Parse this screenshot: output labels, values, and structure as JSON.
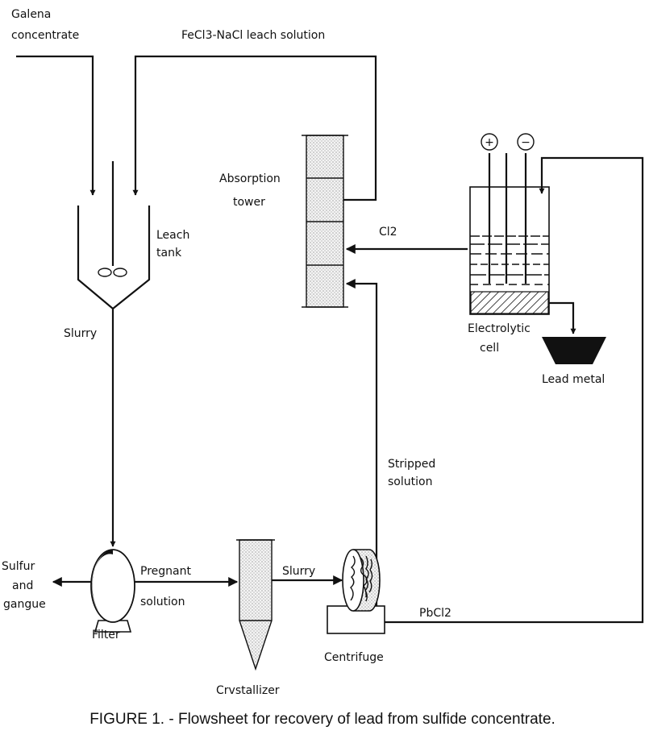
{
  "labels": {
    "galena_1": "Galena",
    "galena_2": "concentrate",
    "leach_solution": "FeCl3-NaCl leach solution",
    "absorption_1": "Absorption",
    "absorption_2": "tower",
    "leach_tank_1": "Leach",
    "leach_tank_2": "tank",
    "cl2": "Cl2",
    "slurry_1": "Slurry",
    "electrolytic_1": "Electrolytic",
    "electrolytic_2": "cell",
    "lead_metal": "Lead metal",
    "stripped_1": "Stripped",
    "stripped_2": "solution",
    "sulfur_1": "Sulfur",
    "sulfur_2": "and",
    "sulfur_3": "gangue",
    "pregnant_1": "Pregnant",
    "pregnant_2": "solution",
    "slurry_2": "Slurry",
    "pbcl2": "PbCl2",
    "filter": "Filter",
    "centrifuge": "Centrifuge",
    "crystallizer": "Crvstallizer",
    "plus": "+",
    "minus": "−"
  },
  "caption": "FIGURE 1. - Flowsheet for recovery of lead from sulfide concentrate."
}
